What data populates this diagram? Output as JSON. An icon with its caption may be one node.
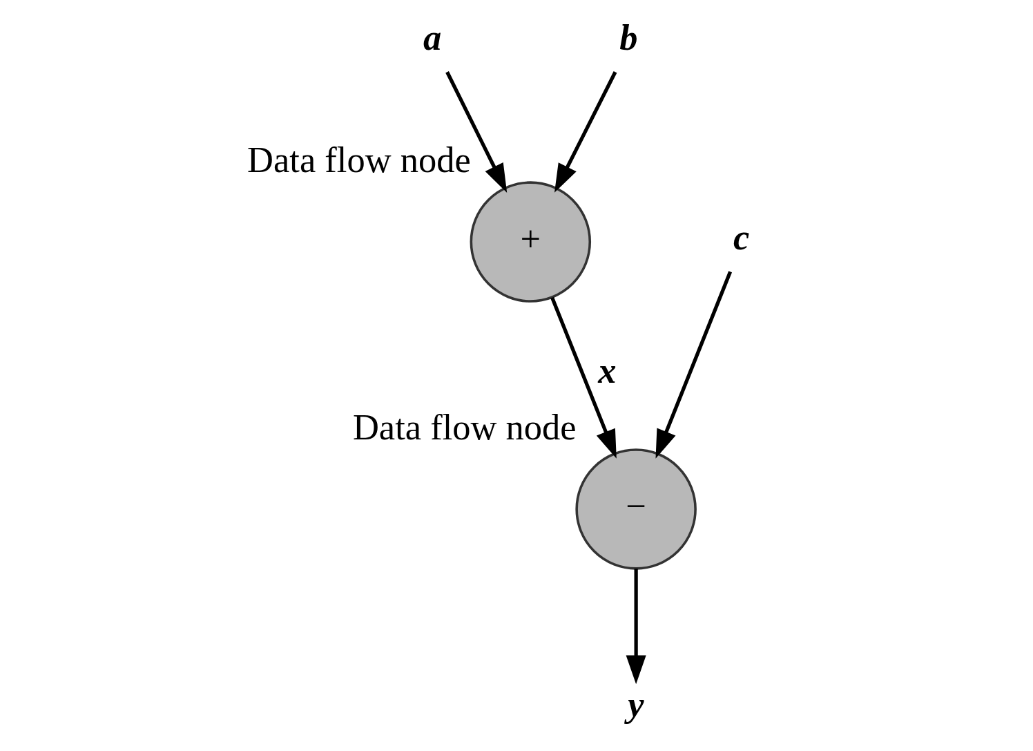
{
  "diagram": {
    "nodes": [
      {
        "text": [
          "a"
        ]
      },
      {
        "text": [
          "b"
        ]
      },
      {
        "text": [
          "c"
        ]
      },
      {
        "text": [
          "+"
        ],
        "beside": [
          "Data flow node"
        ]
      },
      {
        "text": [
          "−"
        ],
        "beside": [
          "Data flow node"
        ]
      },
      {
        "text": [
          "y"
        ]
      }
    ],
    "edges": [
      {
        "from": 0,
        "to": 3,
        "arrow": "to"
      },
      {
        "from": 1,
        "to": 3,
        "arrow": "to"
      },
      {
        "from": 3,
        "to": 4,
        "arrow": "to",
        "label": "x"
      },
      {
        "from": 2,
        "to": 4,
        "arrow": "to"
      },
      {
        "from": 4,
        "to": 5,
        "arrow": "to"
      }
    ]
  }
}
